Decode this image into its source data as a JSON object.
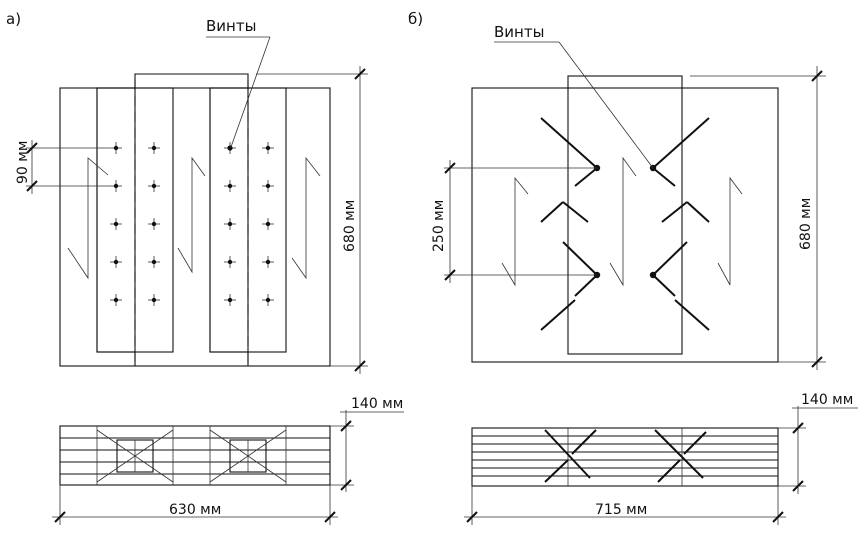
{
  "panel_a": {
    "label": "а)",
    "callout": "Винты",
    "dim_spacing": "90 мм",
    "dim_height": "680 мм",
    "dim_thickness": "140 мм",
    "dim_width": "630 мм"
  },
  "panel_b": {
    "label": "б)",
    "callout": "Винты",
    "dim_spacing": "250 мм",
    "dim_height": "680 мм",
    "dim_thickness": "140 мм",
    "dim_width": "715 мм"
  }
}
